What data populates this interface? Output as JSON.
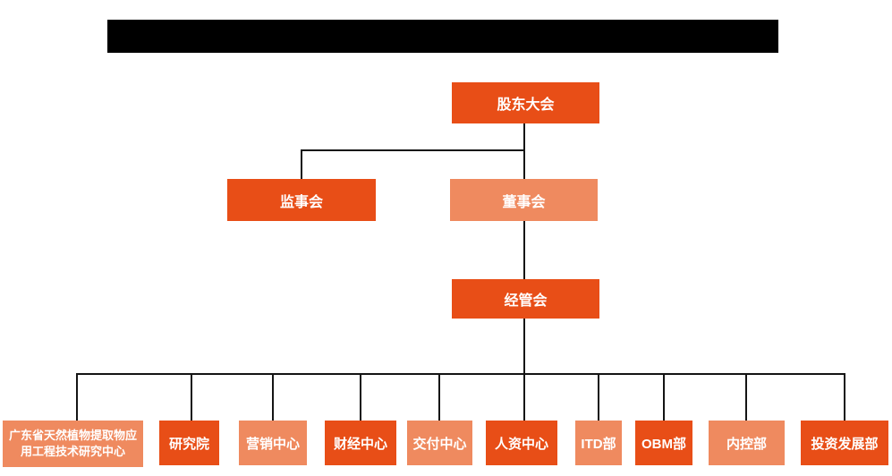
{
  "colors": {
    "primary": "#E84E17",
    "secondary": "#EF8A5F",
    "line": "#141414",
    "redaction": "#000000",
    "text": "#FFFFFF",
    "background": "#FFFFFF"
  },
  "org_chart": {
    "root": {
      "label": "股东大会",
      "variant": "primary"
    },
    "level2": [
      {
        "label": "监事会",
        "variant": "primary"
      },
      {
        "label": "董事会",
        "variant": "secondary"
      }
    ],
    "level3": {
      "label": "经管会",
      "variant": "primary"
    },
    "departments": [
      {
        "label": "广东省天然植物提取物应用工程技术研究中心",
        "variant": "secondary"
      },
      {
        "label": "研究院",
        "variant": "primary"
      },
      {
        "label": "营销中心",
        "variant": "secondary"
      },
      {
        "label": "财经中心",
        "variant": "primary"
      },
      {
        "label": "交付中心",
        "variant": "secondary"
      },
      {
        "label": "人资中心",
        "variant": "primary"
      },
      {
        "label": "ITD部",
        "variant": "secondary"
      },
      {
        "label": "OBM部",
        "variant": "primary"
      },
      {
        "label": "内控部",
        "variant": "secondary"
      },
      {
        "label": "投资发展部",
        "variant": "primary"
      }
    ]
  }
}
